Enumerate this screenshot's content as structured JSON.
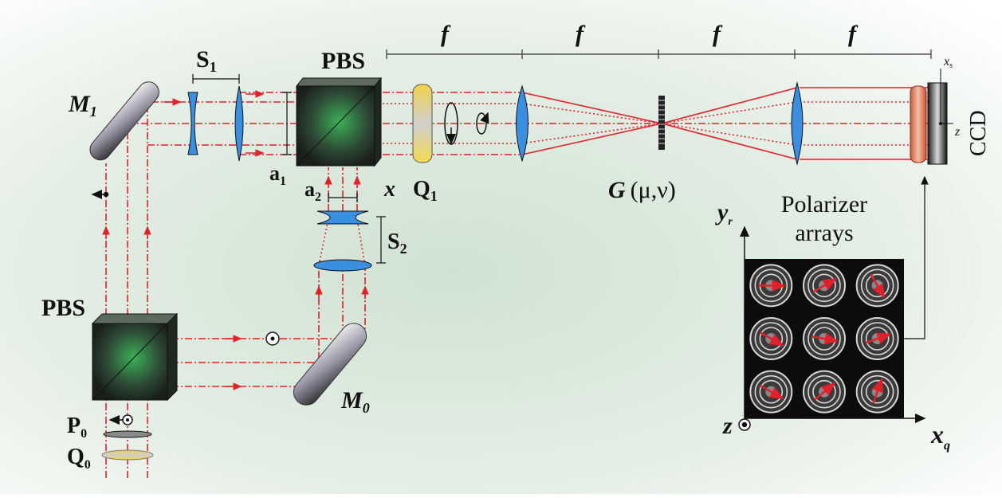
{
  "labels": {
    "M1": "M",
    "M1_sub": "1",
    "S1": "S",
    "S1_sub": "1",
    "PBS_top": "PBS",
    "f1": "f",
    "f2": "f",
    "f3": "f",
    "f4": "f",
    "xs": "x",
    "xs_sub": "s",
    "z_ccd": "z",
    "CCD": "CCD",
    "a1": "a",
    "a1_sub": "1",
    "a2": "a",
    "a2_sub": "2",
    "x_axis": "x",
    "Q1": "Q",
    "Q1_sub": "1",
    "G": "G",
    "G_args": "(μ,ν)",
    "S2": "S",
    "S2_sub": "2",
    "yr": "y",
    "yr_sub": "r",
    "polarizer_line1": "Polarizer",
    "polarizer_line2": "arrays",
    "PBS_bottom": "PBS",
    "M0": "M",
    "M0_sub": "0",
    "P0": "P",
    "P0_sub": "0",
    "Q0": "Q",
    "Q0_sub": "0",
    "z_bottom": "z",
    "xq": "x",
    "xq_sub": "q"
  },
  "colors": {
    "beam": "#e0202a",
    "lens_blue": "#3a8fe0",
    "dark": "#111111",
    "background_tint": "#dbe9dc"
  },
  "polarizer_grid": {
    "rows": 3,
    "cols": 3,
    "arrow_angles_deg": [
      0,
      -30,
      60,
      30,
      10,
      -20,
      30,
      -40,
      -70
    ]
  }
}
